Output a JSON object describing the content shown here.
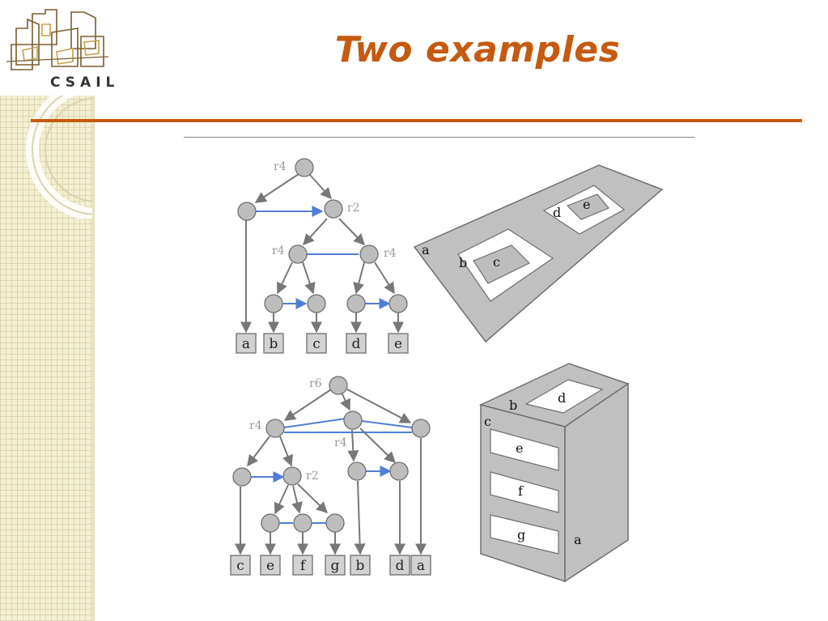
{
  "slide": {
    "title": "Two examples",
    "logo_text": "CSAIL"
  },
  "colors": {
    "accent": "#c55a11",
    "node_fill": "#bdbdbd",
    "blue_edge": "#4f7ed6"
  },
  "example1": {
    "tree": {
      "node_labels": {
        "root": "r4",
        "right": "r2",
        "left_child": "r4",
        "right_child": "r4"
      },
      "leaves": [
        "a",
        "b",
        "c",
        "d",
        "e"
      ]
    },
    "picture": {
      "labels": {
        "a": "a",
        "b": "b",
        "c": "c",
        "d": "d",
        "e": "e"
      }
    }
  },
  "example2": {
    "tree": {
      "node_labels": {
        "root": "r6",
        "left": "r4",
        "middle": "r4",
        "inner": "r2"
      },
      "leaves": [
        "c",
        "e",
        "f",
        "g",
        "b",
        "d",
        "a"
      ]
    },
    "picture": {
      "labels": {
        "a": "a",
        "b": "b",
        "c": "c",
        "d": "d",
        "e": "e",
        "f": "f",
        "g": "g"
      }
    }
  }
}
